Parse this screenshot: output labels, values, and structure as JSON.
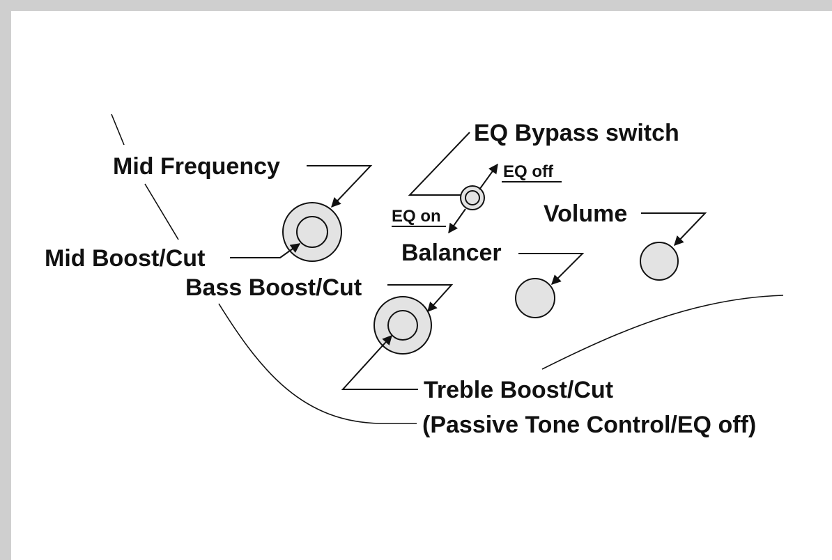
{
  "labels": {
    "mid_frequency": "Mid Frequency",
    "mid_boost_cut": "Mid Boost/Cut",
    "bass_boost_cut": "Bass Boost/Cut",
    "eq_bypass_switch": "EQ Bypass switch",
    "eq_off": "EQ off",
    "eq_on": "EQ on",
    "volume": "Volume",
    "balancer": "Balancer",
    "treble_boost_cut": "Treble Boost/Cut",
    "passive_tone": "(Passive Tone Control/EQ off)"
  },
  "colors": {
    "background_border": "#cfcfcf",
    "panel": "#ffffff",
    "ink": "#111111",
    "knob_fill": "#e3e3e3"
  }
}
